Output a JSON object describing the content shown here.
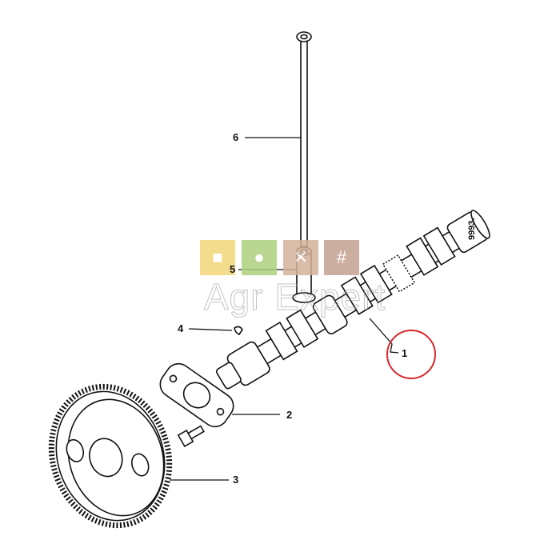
{
  "diagram": {
    "part_labels": {
      "p1": "1",
      "p2": "2",
      "p3": "3",
      "p4": "4",
      "p5": "5",
      "p6": "6"
    },
    "drawing_code": "9993.",
    "watermark": "Agr Expert",
    "logo_icons": [
      "tractor-icon",
      "wheelbarrow-icon",
      "tools-icon",
      "fence-icon"
    ],
    "colors": {
      "highlight_circle": "#d8262b",
      "logo_yellow": "#f3d67a",
      "logo_green": "#aed17e",
      "logo_tan": "#d4b29a",
      "logo_brown": "#c2a08f"
    }
  }
}
